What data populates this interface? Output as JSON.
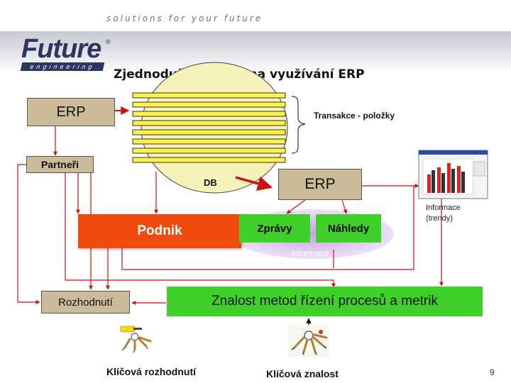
{
  "header": {
    "tagline": "solutions for your future",
    "logo_word": "Future",
    "logo_reg": "®",
    "logo_sub": "engineering"
  },
  "title": "Zjednodušené schéma využívání ERP",
  "diagram": {
    "erp_top": "ERP",
    "transakce": "Transakce - položky",
    "partneri": "Partneři",
    "db": "DB",
    "erp_mid": "ERP",
    "informace_trendy": [
      "Informace",
      "(trendy)"
    ],
    "podnik": "Podnik",
    "zpravy": "Zprávy",
    "nahledy": "Náhledy",
    "informace": "Informace",
    "rozhodnuti": "Rozhodnutí",
    "znalost": "Znalost metod řízení procesů a metrik"
  },
  "captions": {
    "klicova_rozhodnuti": "Klíčová rozhodnutí",
    "klicova_znalost": "Klíčová znalost"
  },
  "page_number": "9",
  "colors": {
    "tan": "#ccbb98",
    "red_arrow": "#cc1111",
    "podnik": "#f04a0c",
    "green": "#3fd02a",
    "db_fill": "#f6f2b8",
    "lilac": "#d7b8ec",
    "bars": "#fff34a",
    "logo_navy": "#2e3560"
  },
  "icons": [
    "keys-icon",
    "chart-screenshot-icon"
  ]
}
